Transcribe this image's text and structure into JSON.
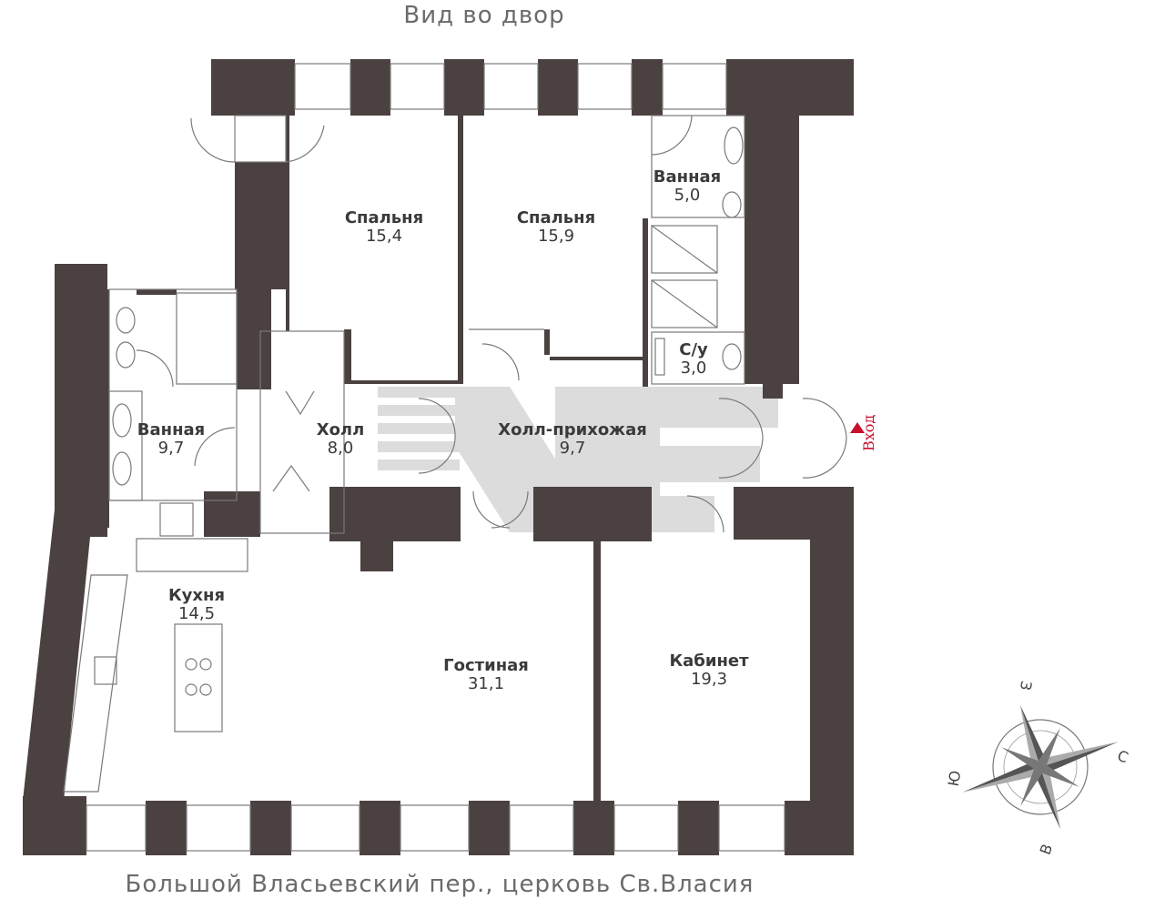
{
  "labels": {
    "top": "Вид во двор",
    "bottom": "Большой Власьевский пер., церковь Св.Власия",
    "entrance": "Вход"
  },
  "rooms": {
    "bedroom1": {
      "label": "Спальня",
      "area": "15,4"
    },
    "bedroom2": {
      "label": "Спальня",
      "area": "15,9"
    },
    "bath_top": {
      "label": "Ванная",
      "area": "5,0"
    },
    "wc": {
      "label": "С/у",
      "area": "3,0"
    },
    "bath_left": {
      "label": "Ванная",
      "area": "9,7"
    },
    "hall": {
      "label": "Холл",
      "area": "8,0"
    },
    "entry_hall": {
      "label": "Холл-прихожая",
      "area": "9,7"
    },
    "kitchen": {
      "label": "Кухня",
      "area": "14,5"
    },
    "living": {
      "label": "Гостиная",
      "area": "31,1"
    },
    "study": {
      "label": "Кабинет",
      "area": "19,3"
    }
  },
  "compass": {
    "n": "З",
    "s": "В",
    "e": "С",
    "w": "Ю"
  },
  "colors": {
    "wall": "#4a4140",
    "text": "#3a3a3a",
    "accent": "#c8102e",
    "watermark": "#d9d9d9"
  }
}
